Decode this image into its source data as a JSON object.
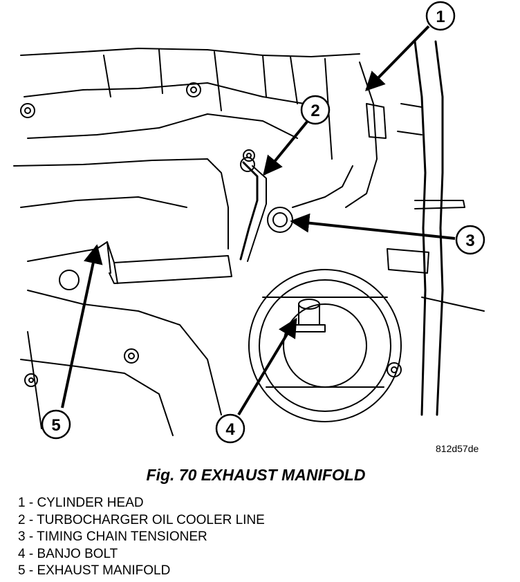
{
  "image_code": "812d57de",
  "caption": "Fig. 70 EXHAUST MANIFOLD",
  "callouts": [
    {
      "number": "1",
      "name": "CYLINDER HEAD"
    },
    {
      "number": "2",
      "name": "TURBOCHARGER OIL COOLER LINE"
    },
    {
      "number": "3",
      "name": "TIMING CHAIN TENSIONER"
    },
    {
      "number": "4",
      "name": "BANJO BOLT"
    },
    {
      "number": "5",
      "name": "EXHAUST MANIFOLD"
    }
  ],
  "legend": [
    "1 - CYLINDER HEAD",
    "2 - TURBOCHARGER OIL COOLER LINE",
    "3 - TIMING CHAIN TENSIONER",
    "4 - BANJO BOLT",
    "5 - EXHAUST MANIFOLD"
  ]
}
